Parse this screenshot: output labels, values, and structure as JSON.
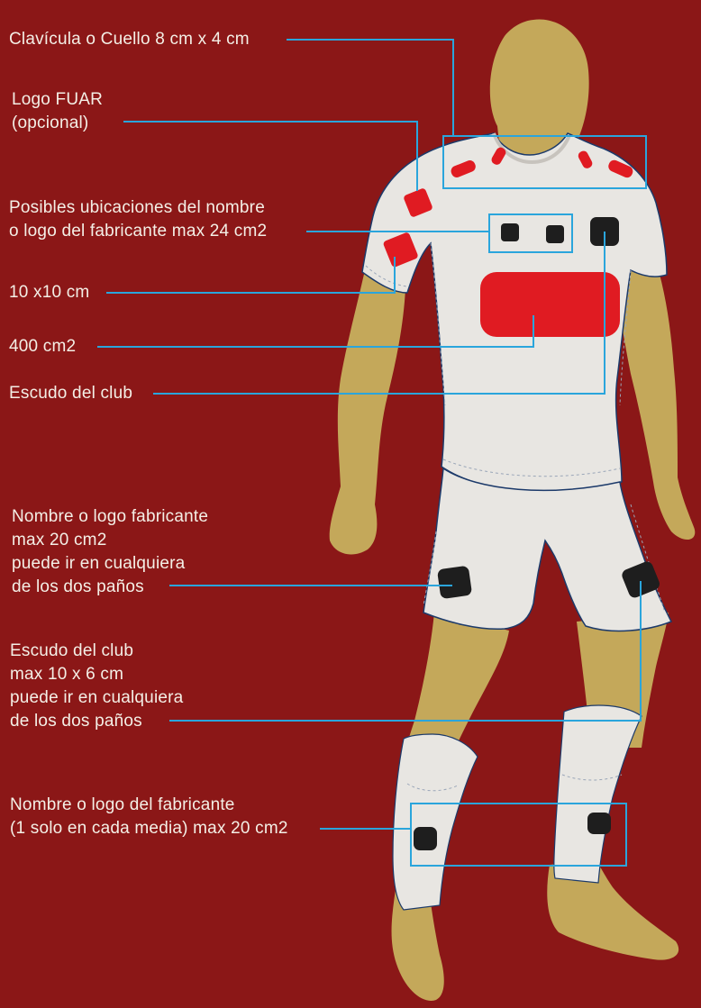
{
  "colors": {
    "background": "#8b1717",
    "skin": "#c4a85a",
    "kit": "#e8e6e2",
    "highlight": "#e01b22",
    "badge": "#1e1e1e",
    "leader_line": "#2aa5dc",
    "text": "#f4efe6"
  },
  "labels": {
    "clavicle": "Clavícula o Cuello 8 cm x 4 cm",
    "fuar_logo": [
      "Logo FUAR",
      "(opcional)"
    ],
    "maker_locations": [
      "Posibles ubicaciones del nombre",
      "o logo  del fabricante max 24 cm2"
    ],
    "sleeve_size": "10 x10 cm",
    "chest_size": "400 cm2",
    "club_crest": "Escudo del club",
    "shorts_maker": [
      "Nombre o logo fabricante",
      "max 20 cm2",
      "puede ir en cualquiera",
      "de los dos paños"
    ],
    "shorts_crest": [
      "Escudo del club",
      "max 10 x 6 cm",
      "puede ir en cualquiera",
      "de los dos paños"
    ],
    "socks_maker": [
      "Nombre o logo del fabricante",
      "(1 solo en cada media) max 20 cm2"
    ]
  }
}
